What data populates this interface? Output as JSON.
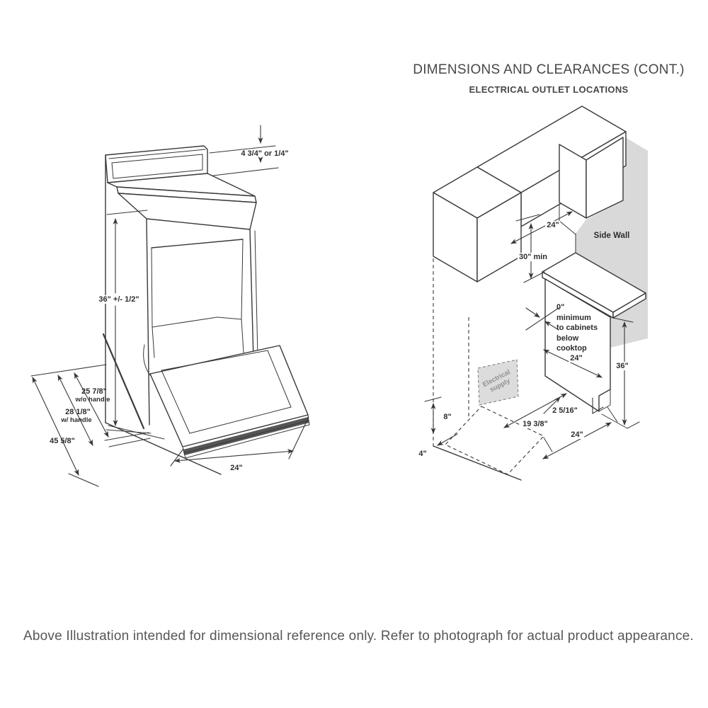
{
  "header": {
    "title": "DIMENSIONS AND CLEARANCES (CONT.)",
    "subtitle": "ELECTRICAL OUTLET LOCATIONS"
  },
  "left_diagram": {
    "description": "isometric appliance drawing with open door and overall dimensions",
    "labels": {
      "backsplash_height": "4 3/4\" or 1/4\"",
      "overall_height": "36\" +/- 1/2\"",
      "depth_wo_handle_value": "25 7/8\"",
      "depth_wo_handle_note": "w/o handle",
      "depth_w_handle_value": "28 1/8\"",
      "depth_w_handle_note": "w/ handle",
      "depth_door_open": "45 5/8\"",
      "width": "24\""
    }
  },
  "right_diagram": {
    "description": "isometric kitchen cabinet layout showing electrical outlet location",
    "labels": {
      "upper_cabinet_depth": "24\"",
      "clearance_above_counter": "30\" min",
      "side_wall": "Side Wall",
      "zero_clearance": "0\"\nminimum\nto cabinets\nbelow\ncooktop",
      "counter_width": "24\"",
      "counter_height": "36\"",
      "toe_kick_offset": "2 5/16\"",
      "outlet_from_front": "19 3/8\"",
      "outlet_height": "8\"",
      "wall_offset": "4\"",
      "floor_depth": "24\"",
      "electrical_supply": "Electrical\nsupply"
    }
  },
  "footer": {
    "note": "Above Illustration intended for dimensional reference only. Refer to photograph for actual product appearance."
  },
  "colors": {
    "line": "#383838",
    "wall_shade": "#d9d9d9",
    "panel_shade": "#dcdcdc",
    "label": "#2d2d2d",
    "heading": "#474747",
    "note": "#575757"
  }
}
